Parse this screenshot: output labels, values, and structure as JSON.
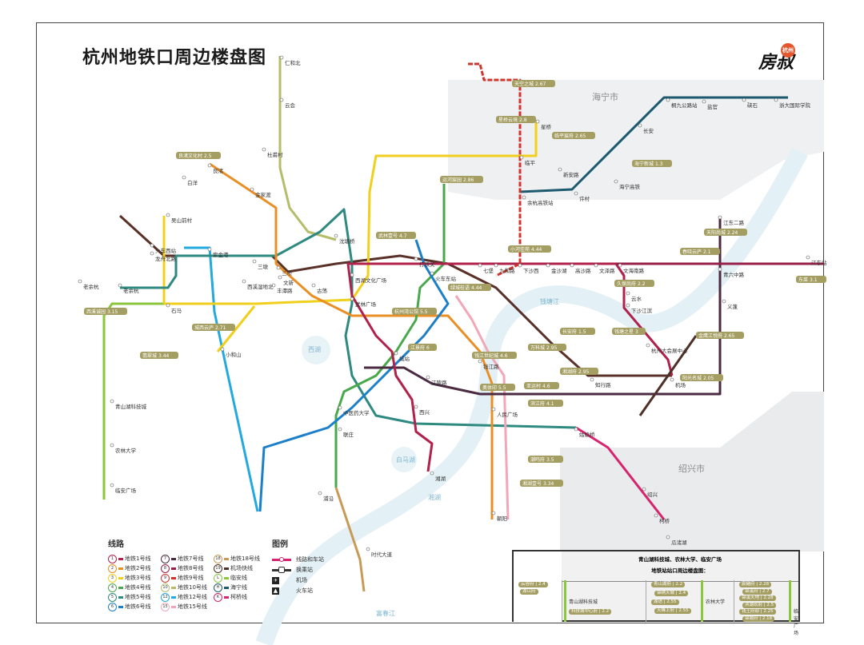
{
  "title": "杭州地铁口周边楼盘图",
  "logo": {
    "text": "房叔",
    "badge": "杭州"
  },
  "regions": {
    "haining": "海宁市",
    "shaoxing": "绍兴市"
  },
  "rivers": [
    "钱塘江",
    "西湖",
    "白马湖",
    "湘湖",
    "富春江"
  ],
  "stations": [
    "仁和北",
    "云会",
    "良渚",
    "杜甫村",
    "白洋",
    "金家渡",
    "三墩",
    "三坝",
    "文新",
    "丰潭路",
    "古荡",
    "西溪湿地北",
    "紫金港",
    "老余杭",
    "火车西站",
    "龙舟北路",
    "吴山前村",
    "石马",
    "小和山",
    "杭州大会展中心",
    "沈塘桥",
    "武林广场",
    "西湖文化广场",
    "打铁关",
    "火车东站",
    "七堡",
    "九和路",
    "下沙西",
    "金沙湖",
    "高沙路",
    "文泽路",
    "文海南路",
    "云水",
    "下沙江滨",
    "江东二路",
    "义蓬",
    "青六中路",
    "江东站",
    "机场",
    "知行路",
    "新安路",
    "联庄",
    "中医药大学",
    "浦沿",
    "时代大道",
    "人民广场",
    "朝阳",
    "湘湖",
    "西兴",
    "江陵路",
    "钱江路",
    "城站",
    "姑娘桥",
    "临平",
    "星桥",
    "余杭高铁站",
    "许村",
    "长安",
    "海宁高铁",
    "盐官",
    "桐九公路站",
    "硖石",
    "浙大国际学院",
    "临安广场",
    "青山湖科技城",
    "农林大学",
    "柯桥",
    "绍兴",
    "瓜渚湖",
    "老余杭"
  ],
  "properties": [
    {
      "name": "天阳尚城",
      "price": "2.24"
    },
    {
      "name": "春晓云庐",
      "price": "2.1"
    },
    {
      "name": "久保尚府",
      "price": "2.2"
    },
    {
      "name": "东菜",
      "price": "3.1"
    },
    {
      "name": "湘湖府",
      "price": "2.95"
    },
    {
      "name": "阳光名城",
      "price": "2.05"
    },
    {
      "name": "金鹰江悦府",
      "price": "2.65"
    },
    {
      "name": "钱塘之星",
      "price": "3"
    },
    {
      "name": "亚运村",
      "price": "4.6"
    },
    {
      "name": "武林壹号",
      "price": "4.7"
    },
    {
      "name": "小河佳苑",
      "price": "4.44"
    },
    {
      "name": "绿城桂语",
      "price": "4.44"
    },
    {
      "name": "杭州湾公馆",
      "price": "5.5"
    },
    {
      "name": "江景府",
      "price": "6"
    },
    {
      "name": "西溪诚园",
      "price": "3.15"
    },
    {
      "name": "翡翠城",
      "price": "3.44"
    },
    {
      "name": "城西云庐",
      "price": "2.71"
    },
    {
      "name": "良渚文化村",
      "price": "2.5"
    },
    {
      "name": "运河宸园",
      "price": "2.86"
    },
    {
      "name": "星桥云境",
      "price": "2.8"
    },
    {
      "name": "天空之城",
      "price": "2.67"
    },
    {
      "name": "临平宸府",
      "price": "2.65"
    },
    {
      "name": "钱江世纪城",
      "price": "4.6"
    },
    {
      "name": "滨江府",
      "price": "4.1"
    },
    {
      "name": "奥体印",
      "price": "5.5"
    },
    {
      "name": "湘湖壹号",
      "price": "3.34"
    },
    {
      "name": "潮鸣府",
      "price": "3.5"
    },
    {
      "name": "万科城",
      "price": "2.95"
    },
    {
      "name": "海宁新城",
      "price": "1.3"
    },
    {
      "name": "长安府",
      "price": "1.5"
    }
  ],
  "legend": {
    "lines_title": "线路",
    "lines": [
      {
        "badge": "1",
        "label": "地铁1号线",
        "color": "#b0214b"
      },
      {
        "badge": "2",
        "label": "地铁2号线",
        "color": "#e98f26"
      },
      {
        "badge": "3",
        "label": "地铁3号线",
        "color": "#f0cf1d"
      },
      {
        "badge": "4",
        "label": "地铁4号线",
        "color": "#4aa84c"
      },
      {
        "badge": "5",
        "label": "地铁5号线",
        "color": "#2e8a80"
      },
      {
        "badge": "6",
        "label": "地铁6号线",
        "color": "#1c7fc9"
      },
      {
        "badge": "7",
        "label": "地铁7号线",
        "color": "#4a2b42"
      },
      {
        "badge": "8",
        "label": "地铁8号线",
        "color": "#97204a"
      },
      {
        "badge": "9",
        "label": "地铁9号线",
        "color": "#d0342c"
      },
      {
        "badge": "10",
        "label": "地铁10号线",
        "color": "#b5bd6a"
      },
      {
        "badge": "12",
        "label": "地铁12号线",
        "color": "#22a9dd"
      },
      {
        "badge": "15",
        "label": "地铁15号线",
        "color": "#f2a7b9"
      },
      {
        "badge": "18",
        "label": "地铁18号线",
        "color": "#c99a55"
      },
      {
        "badge": "19",
        "label": "机场快线",
        "color": "#4d3028"
      },
      {
        "badge": "L",
        "label": "临安线",
        "color": "#8cc63f"
      },
      {
        "badge": "H",
        "label": "海宁线",
        "color": "#1d5a6e"
      },
      {
        "badge": "K",
        "label": "柯桥线",
        "color": "#d6246e"
      }
    ],
    "symbols_title": "图例",
    "symbols": [
      "线路和车站",
      "换乘站",
      "机场",
      "火车站"
    ]
  },
  "box": {
    "header1": "青山湖科技城、农林大学、临安广场",
    "header2": "地铁站站口周边楼盘图：",
    "columns": [
      {
        "station": "青山湖科技城",
        "tags": [
          "云谷府 | 2.4",
          "湖山府",
          "科技城中心府 | 2.2"
        ]
      },
      {
        "station": "农林大学",
        "tags": [
          "青山湖府 | 2.2",
          "锦绣天城 | 2.4",
          "湖语 | 2.55",
          "天峰上府 | 2.55"
        ]
      },
      {
        "station": "临安广场",
        "tags": [
          "宸樾府 | 2.28",
          "锦溪府 | 2.7",
          "锦溪天地 | 2.28",
          "滨湖玖府 | 2.5",
          "钱王府邸 | 2.25",
          "锦城府 | 2.18"
        ]
      }
    ]
  }
}
